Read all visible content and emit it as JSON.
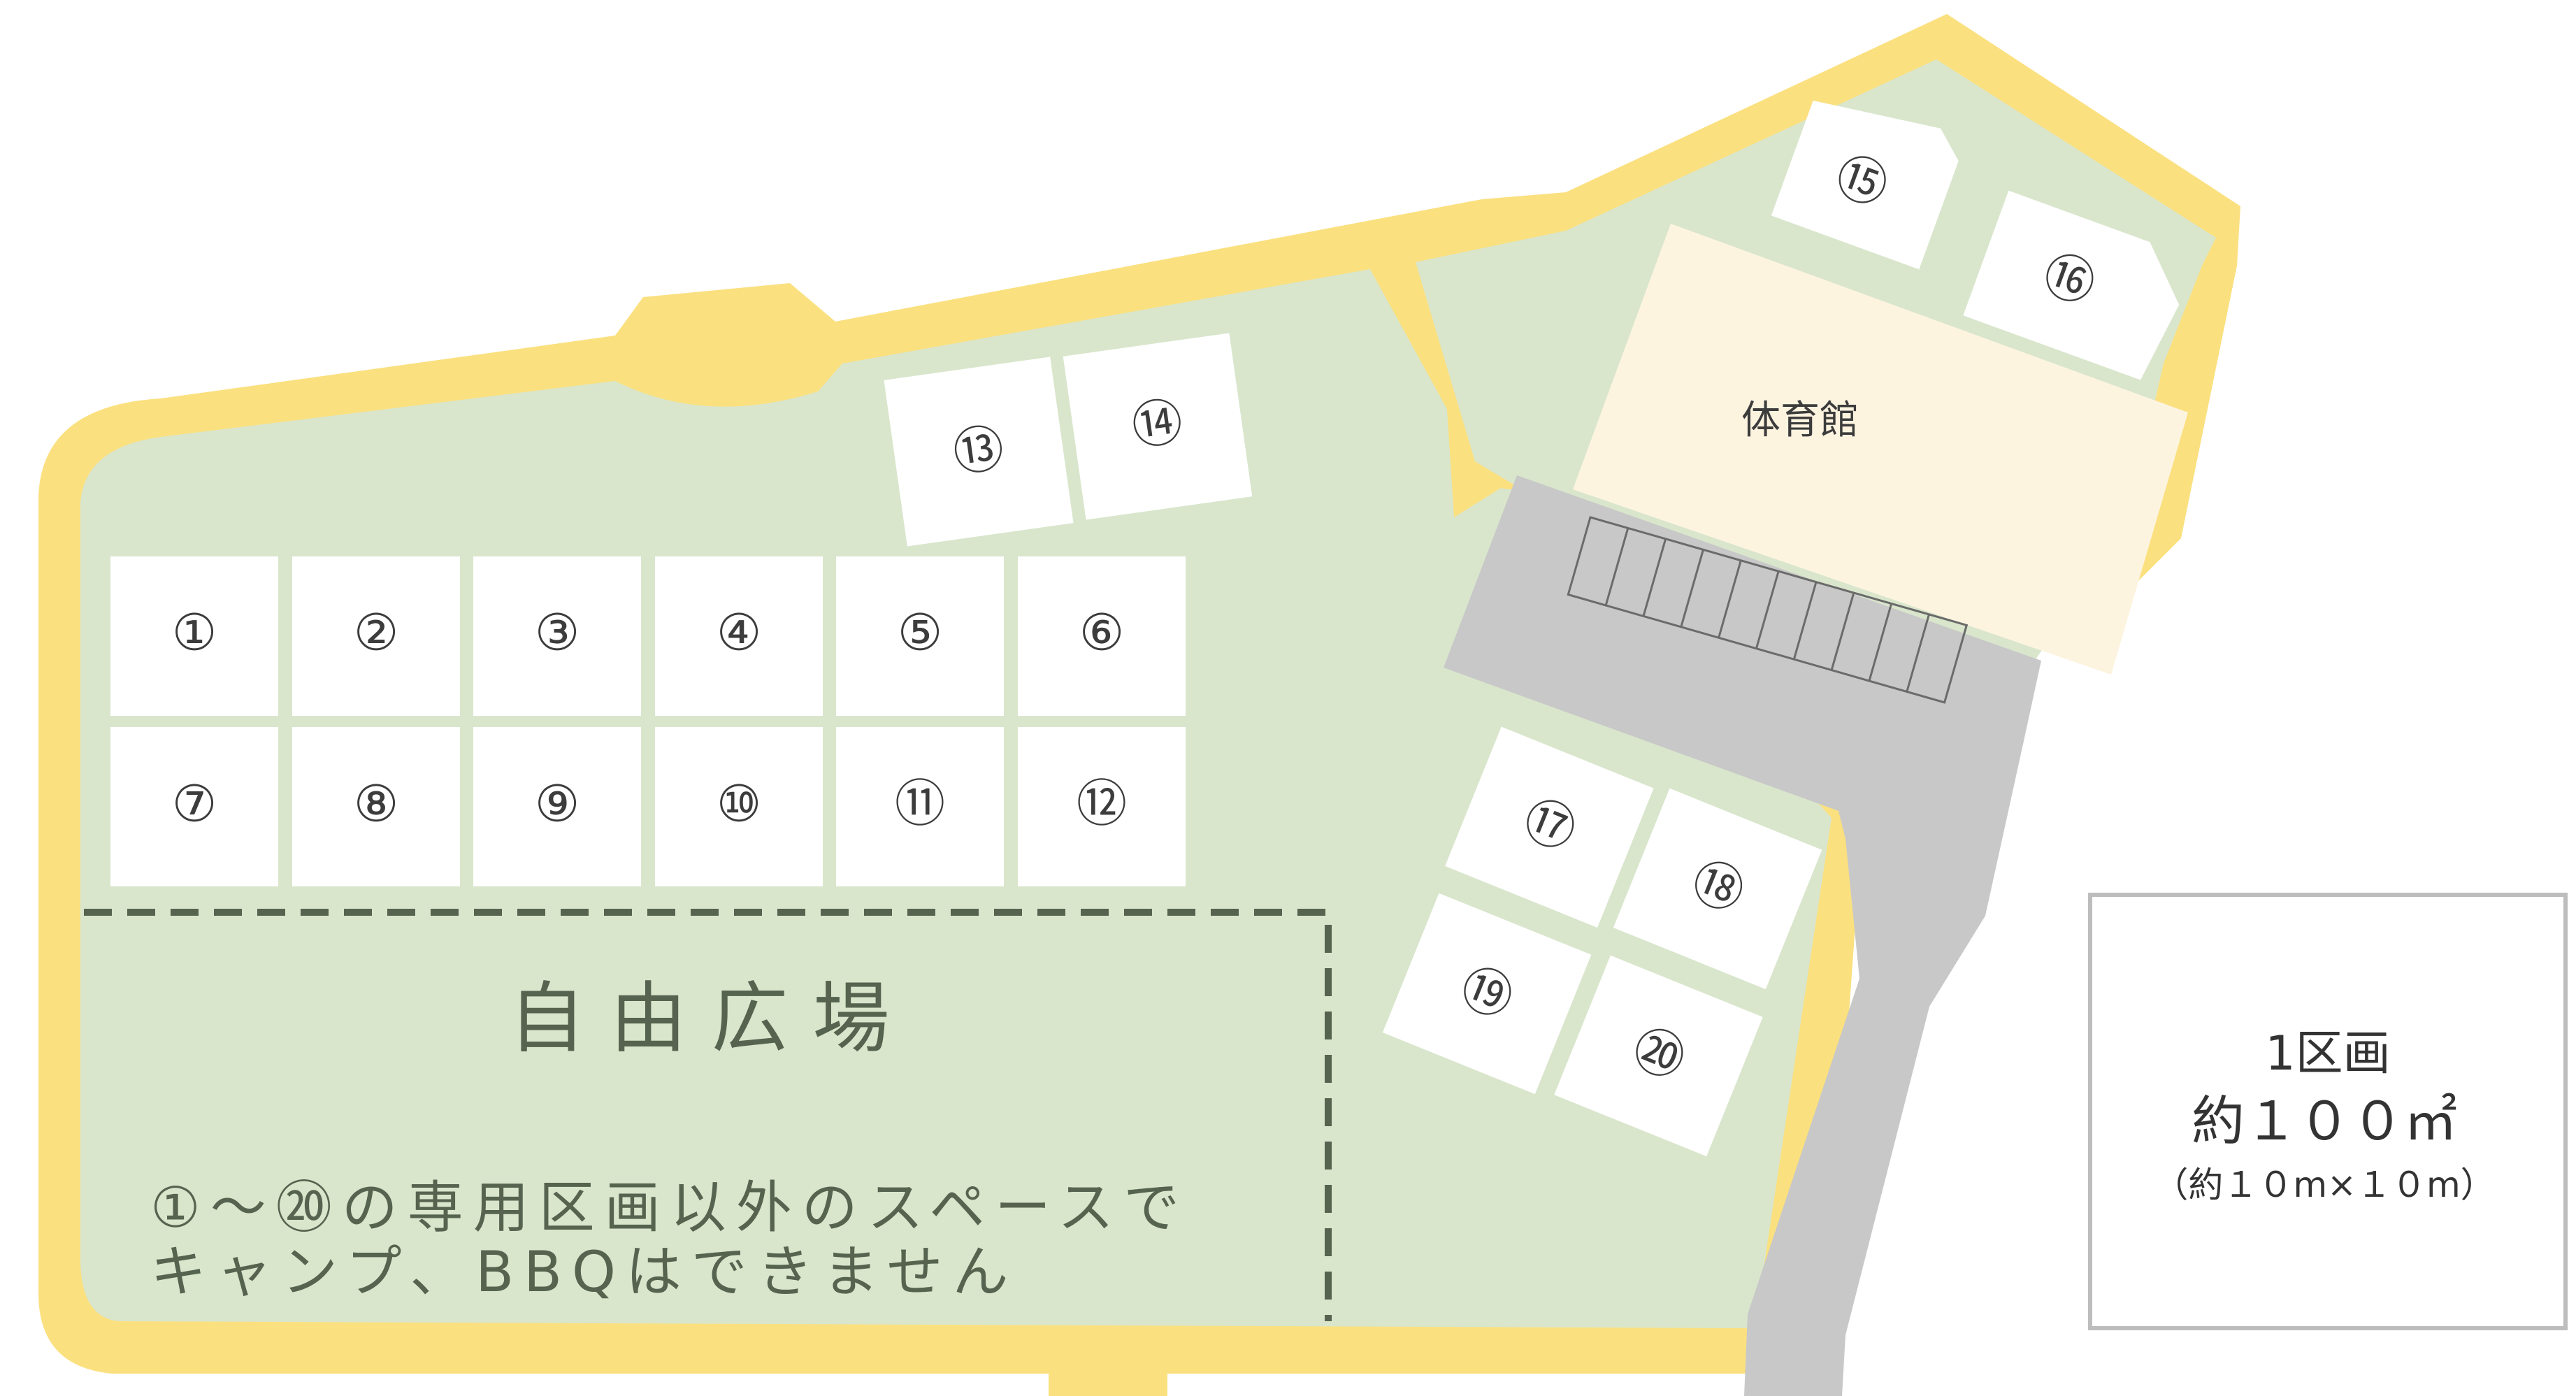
{
  "colors": {
    "border": "#fbe07f",
    "grass": "#d9e6cc",
    "road": "#c8c8c8",
    "gym": "#fdf4e0",
    "site": "#ffffff",
    "dashed": "#55634f",
    "legend_border": "#bdbdbd"
  },
  "sites": [
    "①",
    "②",
    "③",
    "④",
    "⑤",
    "⑥",
    "⑦",
    "⑧",
    "⑨",
    "⑩",
    "⑪",
    "⑫",
    "⑬",
    "⑭",
    "⑮",
    "⑯",
    "⑰",
    "⑱",
    "⑲",
    "⑳"
  ],
  "gym": {
    "label": "体育館"
  },
  "free_area": {
    "title": "自 由 広 場",
    "notice_line1": "①～⑳の専用区画以外のスペースで",
    "notice_line2": "キャンプ、BBQはできません"
  },
  "legend": {
    "line1": "1区画",
    "line2": "約１００㎡",
    "line3": "（約１０m×１０m）"
  }
}
